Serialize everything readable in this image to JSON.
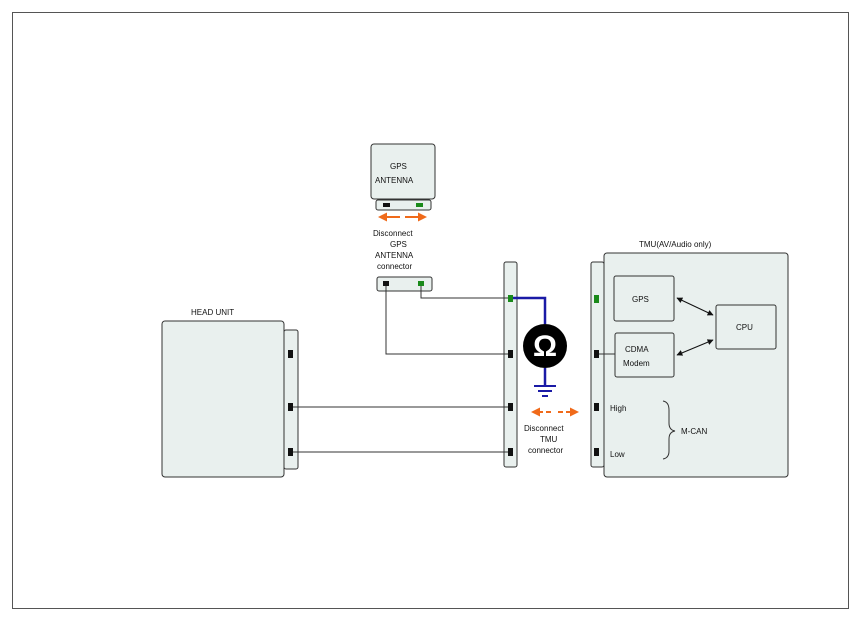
{
  "gps_antenna": {
    "line1": "GPS",
    "line2": "ANTENNA"
  },
  "disconnect_gps": {
    "line1": "Disconnect",
    "line2": "GPS",
    "line3": "ANTENNA",
    "line4": "connector"
  },
  "head_unit": {
    "label": "HEAD UNIT"
  },
  "tmu": {
    "title": "TMU(AV/Audio only)",
    "gps": "GPS",
    "cpu": "CPU",
    "cdma_line1": "CDMA",
    "cdma_line2": "Modem",
    "high": "High",
    "low": "Low",
    "mcan": "M-CAN"
  },
  "disconnect_tmu": {
    "line1": "Disconnect",
    "line2": "TMU",
    "line3": "connector"
  },
  "meter_symbol": "Ω",
  "colors": {
    "box_fill": "#e9f0ee",
    "wire": "#333333",
    "probe_wire": "#1a1aa6",
    "arrow": "#f06a1a",
    "pin_black": "#111111",
    "pin_green": "#1a8a1a",
    "meter": "#000000"
  }
}
